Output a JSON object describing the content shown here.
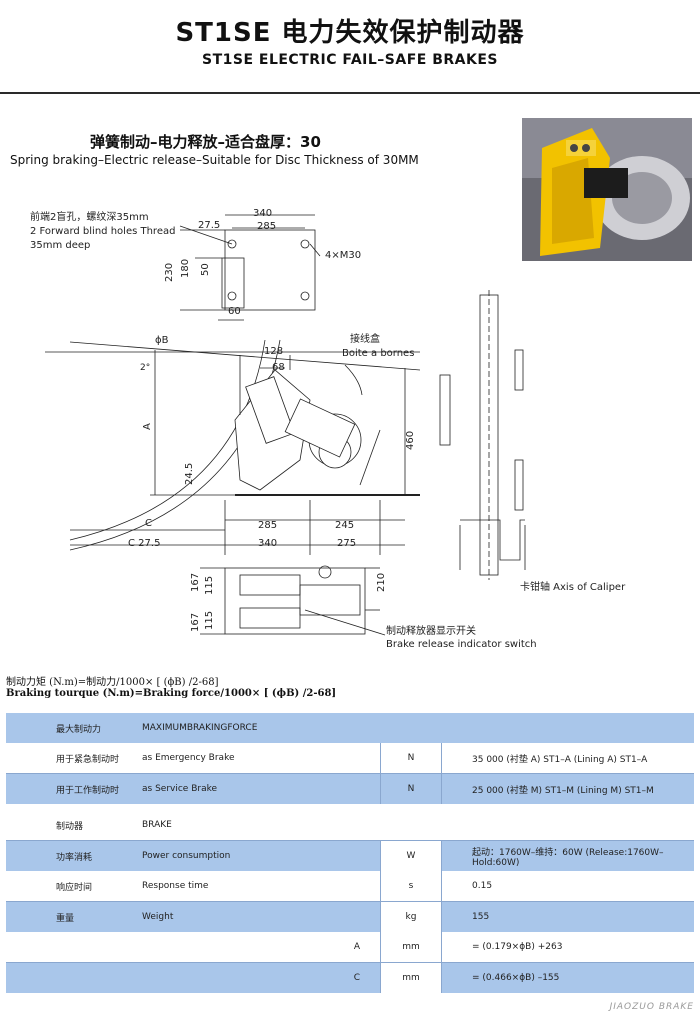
{
  "header": {
    "title_cn": "ST1SE 电力失效保护制动器",
    "title_en": "ST1SE ELECTRIC FAIL–SAFE BRAKES"
  },
  "subtitle": {
    "cn": "弹簧制动–电力释放–适合盘厚：30",
    "en": "Spring braking–Electric release–Suitable for Disc Thickness of 30MM"
  },
  "drawing": {
    "note_cn": "前端2盲孔，螺纹深35mm",
    "note_en_1": "2 Forward blind holes Thread",
    "note_en_2": "35mm deep",
    "dim_340_top": "340",
    "dim_27_5_top": "27.5",
    "dim_285_top": "285",
    "dim_230": "230",
    "dim_180": "180",
    "dim_50": "50",
    "dim_60": "60",
    "thread": "4×M30",
    "phi_b": "ϕB",
    "angle": "2°",
    "dim_128": "128",
    "dim_68": "68",
    "junction_cn": "接线盒",
    "junction_fr": "Boite a bornes",
    "dim_a": "A",
    "dim_24_5": "24.5",
    "dim_460": "460",
    "dim_c": "C",
    "dim_285_bottom": "285",
    "dim_245": "245",
    "dim_c_27_5": "C  27.5",
    "dim_340_bottom": "340",
    "dim_275": "275",
    "dim_167_a": "167",
    "dim_115_a": "115",
    "dim_167_b": "167",
    "dim_115_b": "115",
    "dim_210": "210",
    "switch_cn": "制动释放器显示开关",
    "switch_en": "Brake release indicator switch",
    "caliper_axis": "卡钳轴 Axis of Caliper"
  },
  "formula": {
    "cn": "制动力矩 (N.m)=制动力/1000× [ (ϕB) /2-68]",
    "en": "Braking tourque (N.m)=Braking force/1000× [ (ϕB) /2-68]"
  },
  "table": {
    "rows": [
      {
        "cn": "最大制动力",
        "en": "MAXIMUMBRAKINGFORCE",
        "unit": "",
        "value": ""
      },
      {
        "cn": "用于紧急制动时",
        "en": "as Emergency Brake",
        "unit": "N",
        "value": "35 000      (衬垫 A)  ST1–A  (Lining A)  ST1–A"
      },
      {
        "cn": "用于工作制动时",
        "en": "as Service Brake",
        "unit": "N",
        "value": "25 000      (衬垫 M)  ST1–M  (Lining M)  ST1–M"
      },
      {
        "cn": "制动器",
        "en": "BRAKE",
        "unit": "",
        "value": ""
      },
      {
        "cn": "功率消耗",
        "en": "Power consumption",
        "unit": "W",
        "value": "起动：1760W–维持：60W (Release:1760W–Hold:60W)"
      },
      {
        "cn": "响应时间",
        "en": "Response time",
        "unit": "s",
        "value": "0.15"
      },
      {
        "cn": "重量",
        "en": "Weight",
        "unit": "kg",
        "value": "155"
      },
      {
        "cn": "",
        "en": "A",
        "unit": "mm",
        "value": "= (0.179×ϕB) +263"
      },
      {
        "cn": "",
        "en": "C",
        "unit": "mm",
        "value": "= (0.466×ϕB) –155"
      }
    ]
  },
  "watermark": "JIAOZUO BRAKE",
  "colors": {
    "table_blue": "#a9c6ea",
    "photo_yellow": "#f2c200"
  }
}
